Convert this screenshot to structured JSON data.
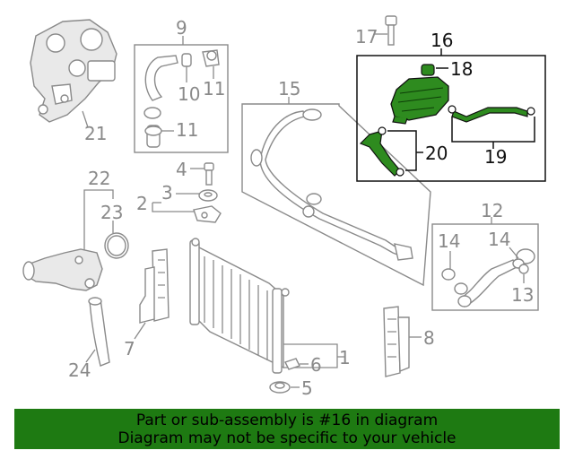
{
  "colors": {
    "highlight": "#2e8b1f",
    "banner": "#1e7a12",
    "linework": "#8a8a8a",
    "text_dark": "#111111"
  },
  "callouts": {
    "c1": "1",
    "c2": "2",
    "c3": "3",
    "c4": "4",
    "c5": "5",
    "c6": "6",
    "c7": "7",
    "c8": "8",
    "c9": "9",
    "c10": "10",
    "c11a": "11",
    "c11b": "11",
    "c12": "12",
    "c13": "13",
    "c14a": "14",
    "c14b": "14",
    "c15": "15",
    "c16": "16",
    "c17": "17",
    "c18": "18",
    "c19": "19",
    "c20": "20",
    "c21": "21",
    "c22": "22",
    "c23": "23",
    "c24": "24"
  },
  "banner": {
    "line1": "Part or sub-assembly is #16 in diagram",
    "line2": "Diagram may not be specific to your vehicle"
  }
}
